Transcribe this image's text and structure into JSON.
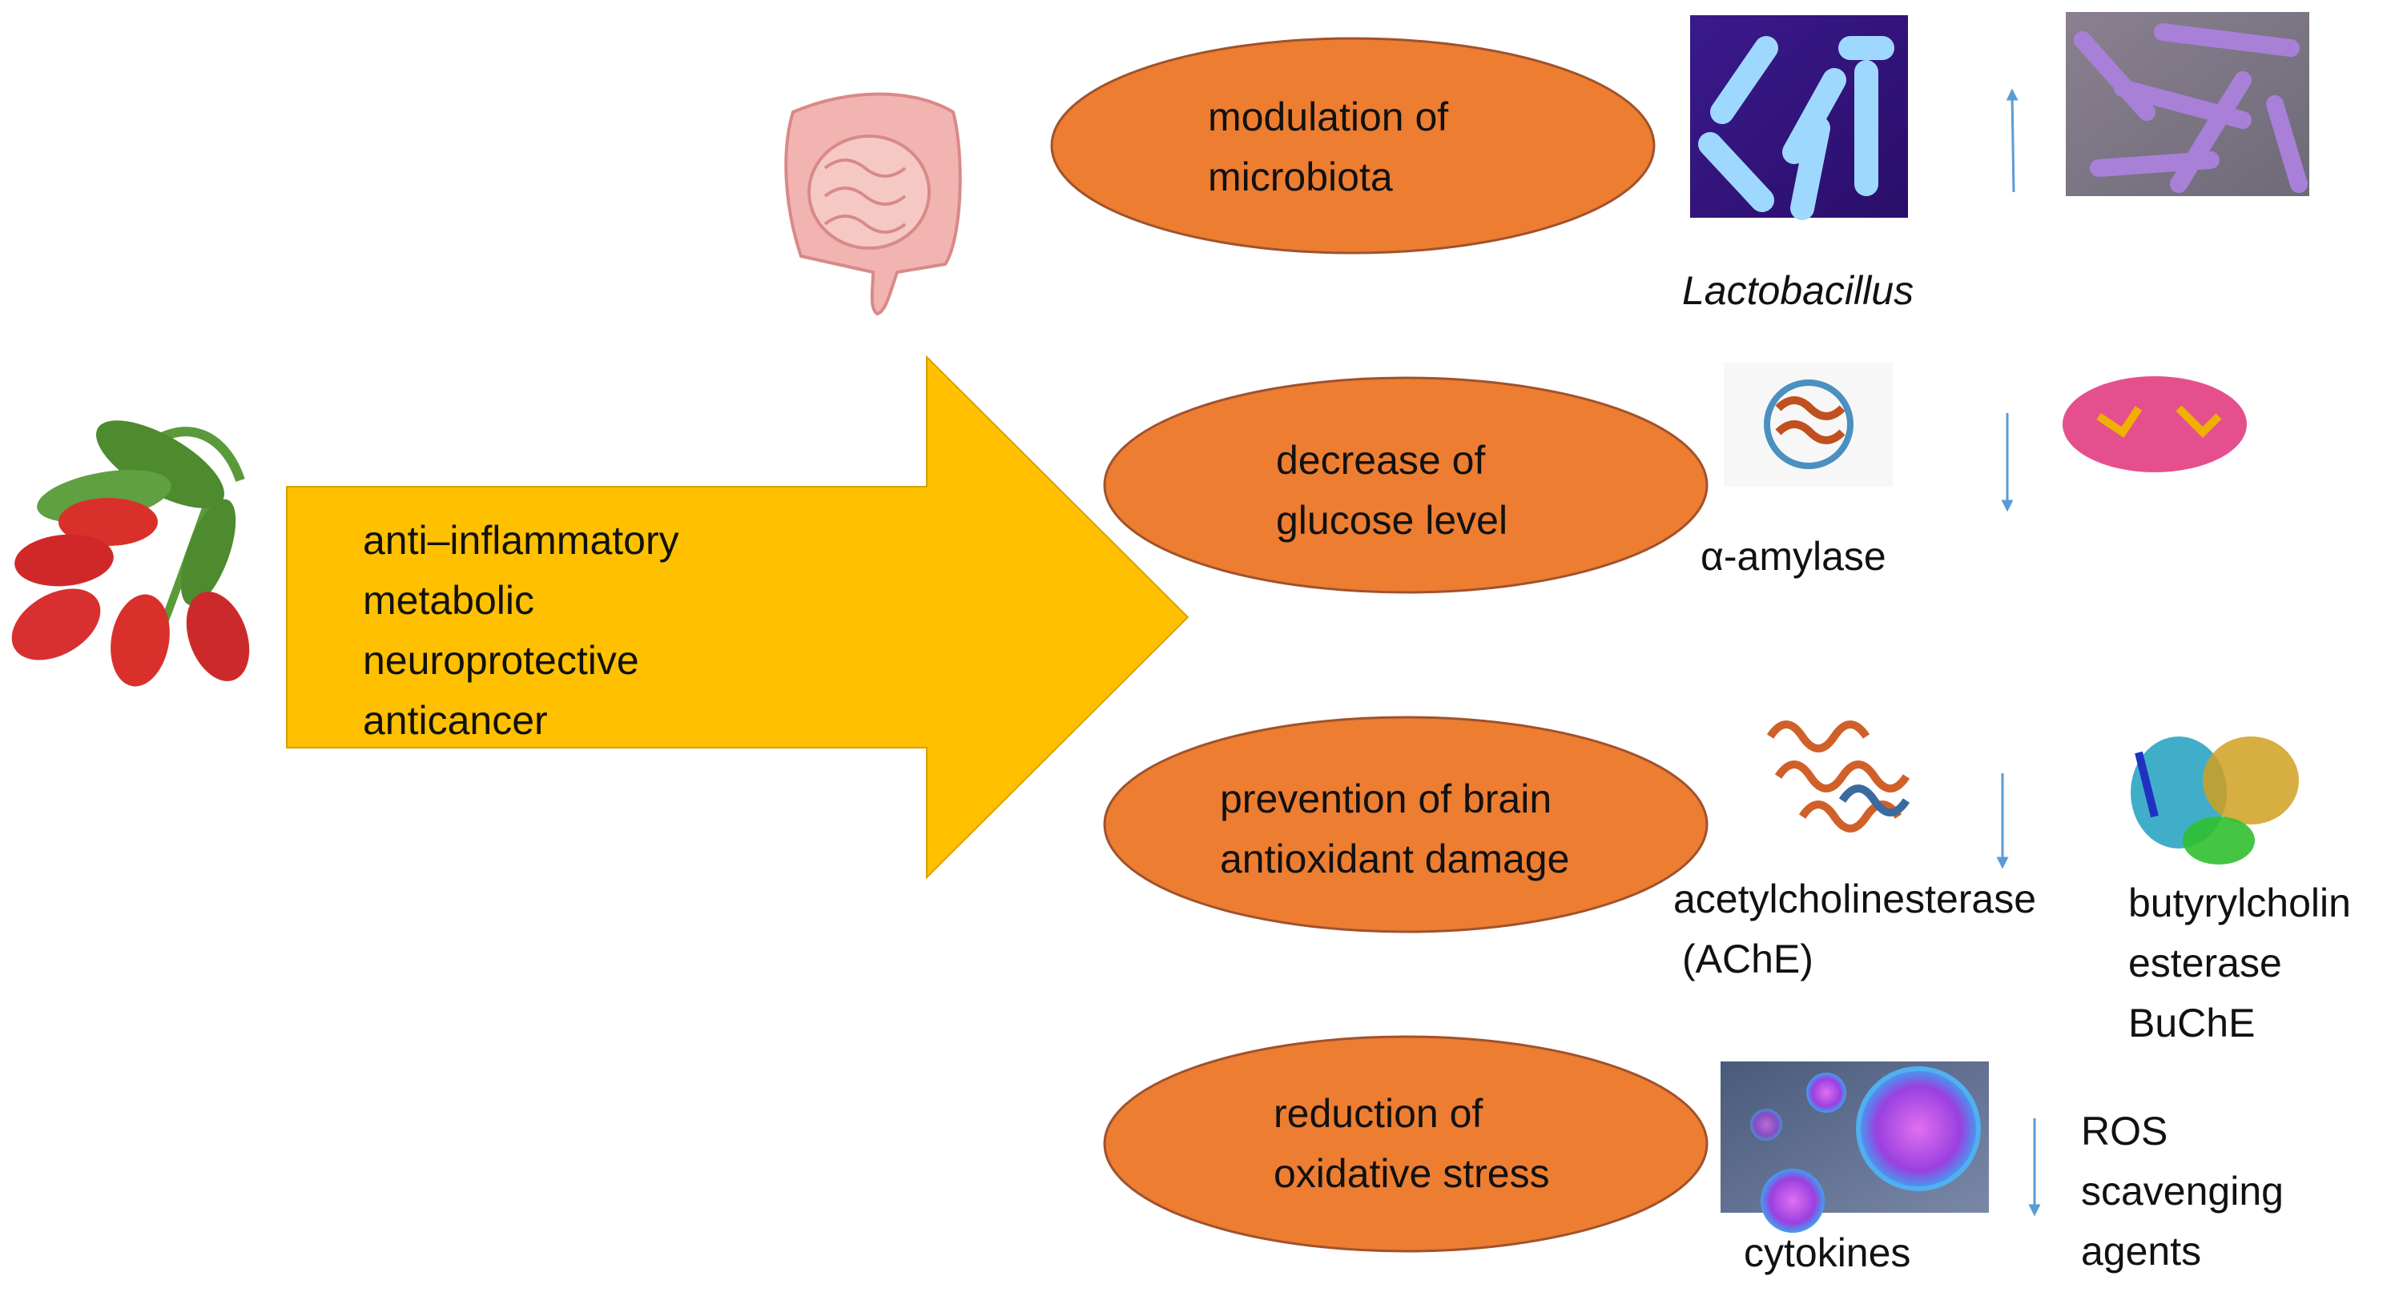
{
  "colors": {
    "arrow_fill": "#FFC000",
    "ellipse_fill": "#ED7D31",
    "ellipse_stroke": "#A0522D",
    "small_arrow": "#5B9BD5",
    "berry": "#D9302C",
    "leaf": "#4E8A2E"
  },
  "main_arrow": {
    "lines": [
      "anti–inflammatory",
      "metabolic",
      "neuroprotective",
      "anticancer"
    ]
  },
  "effects": [
    {
      "lines": [
        "modulation of",
        "microbiota"
      ],
      "label": "Lactobacillus",
      "direction": "up"
    },
    {
      "lines": [
        "decrease of",
        "glucose level"
      ],
      "label": "α-amylase",
      "direction": "down"
    },
    {
      "lines": [
        "prevention of brain",
        "antioxidant damage"
      ],
      "label_lines": [
        "acetylcholinesterase",
        "(AChE)"
      ],
      "label2_lines": [
        "butyrylcholin",
        "esterase",
        "BuChE"
      ],
      "direction": "down"
    },
    {
      "lines": [
        "reduction of",
        "oxidative stress"
      ],
      "label": "cytokines",
      "label2_lines": [
        "ROS",
        "scavenging",
        "agents"
      ],
      "direction": "down"
    }
  ],
  "icons": [
    "goji-berries-icon",
    "intestine-icon",
    "bacteria-image",
    "protein-structure-image",
    "cell-image"
  ]
}
